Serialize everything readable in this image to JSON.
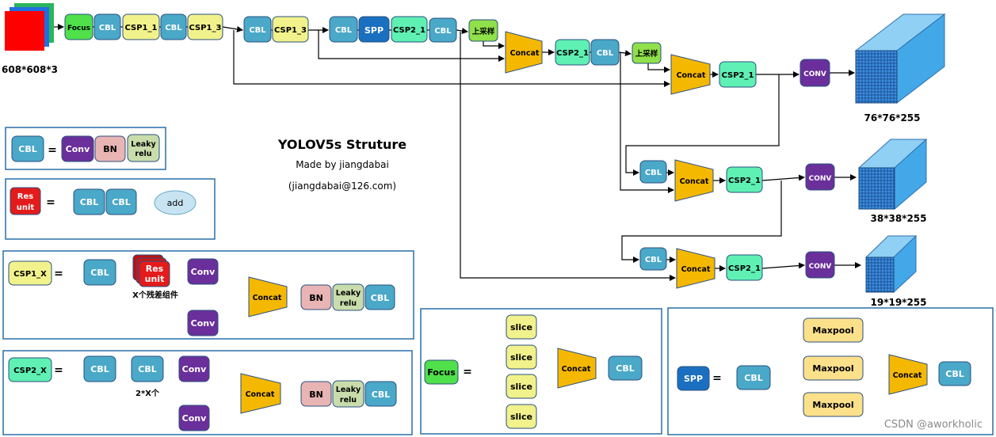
{
  "title": "YOLOV5s Struture",
  "author": "Made by jiangdabai",
  "email": "(jiangdabai@126.com)",
  "watermark": "CSDN @aworkholic",
  "colors": {
    "cbl": "#4aa8c8",
    "focus": "#4fe04a",
    "csp1": "#f2f28c",
    "csp2": "#5ff0b4",
    "spp": "#1a6fc0",
    "concat": "#f5b800",
    "conv": "#6a2f9a",
    "bn": "#e8b4b4",
    "leaky": "#c9dcab",
    "res": "#e41b1b",
    "upsample": "#8fe04a",
    "cube": "#43a8e8",
    "panel_border": "#2a6fa8"
  },
  "labels": {
    "focus": "Focus",
    "cbl": "CBL",
    "csp1_1": "CSP1_1",
    "csp1_3": "CSP1_3",
    "spp": "SPP",
    "csp2_1": "CSP2_1",
    "upsample": "上采样",
    "concat": "Concat",
    "conv_upper": "CONV",
    "conv": "Conv",
    "bn": "BN",
    "leaky": "Leaky",
    "relu": "relu",
    "res": "Res",
    "unit": "unit",
    "add": "add",
    "slice": "slice",
    "maxpool": "Maxpool",
    "csp1_x": "CSP1_X",
    "csp2_x": "CSP2_X",
    "eq": "="
  },
  "input_size": "608*608*3",
  "outputs": [
    "76*76*255",
    "38*38*255",
    "19*19*255"
  ],
  "notes": {
    "x_res": "X个残差组件",
    "two_x": "2*X个"
  }
}
